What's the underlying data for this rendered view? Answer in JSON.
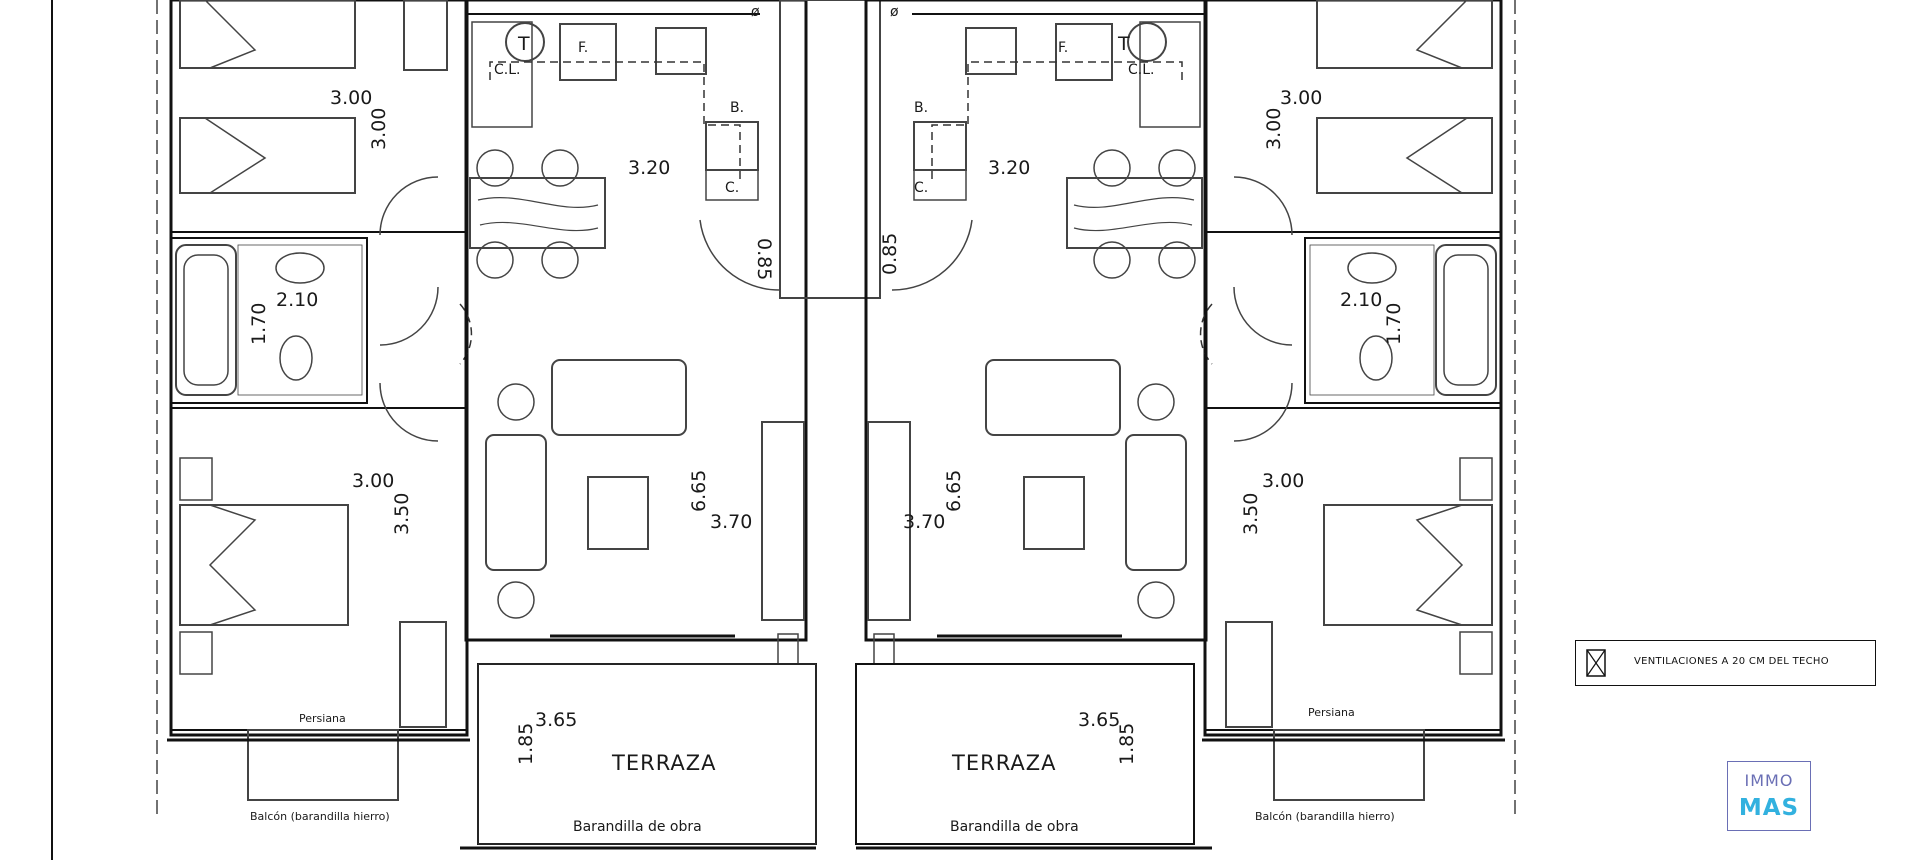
{
  "plan": {
    "left": {
      "bedroom_top_w": "3.00",
      "bedroom_top_h": "3.00",
      "bath_w": "2.10",
      "bath_h": "1.70",
      "bedroom_bottom_w": "3.00",
      "bedroom_bottom_h": "3.50",
      "kitchen": "3.20",
      "living_h": "6.65",
      "living_w": "3.70",
      "passage": "0.85",
      "terrace_w": "3.65",
      "terrace_h": "1.85",
      "terrace_label": "TERRAZA",
      "railing_label": "Barandilla de obra",
      "balcony_label": "Balcón (barandilla hierro)",
      "blind_label": "Persiana",
      "fridge": "F.",
      "boiler": "C.",
      "range": "B.",
      "laundry": "C.L.",
      "tank": "T"
    },
    "right": {
      "bedroom_top_w": "3.00",
      "bedroom_top_h": "3.00",
      "bath_w": "2.10",
      "bath_h": "1.70",
      "bedroom_bottom_w": "3.00",
      "bedroom_bottom_h": "3.50",
      "kitchen": "3.20",
      "living_h": "6.65",
      "living_w": "3.70",
      "passage": "0.85",
      "terrace_w": "3.65",
      "terrace_h": "1.85",
      "terrace_label": "TERRAZA",
      "railing_label": "Barandilla de obra",
      "balcony_label": "Balcón (barandilla hierro)",
      "blind_label": "Persiana",
      "fridge": "F.",
      "boiler": "C.",
      "range": "B.",
      "laundry": "C.L.",
      "tank": "T"
    },
    "diameter_symbol": "ø"
  },
  "legend": {
    "text": "VENTILACIONES A 20 CM DEL TECHO",
    "icon": "ventilation-icon"
  },
  "logo": {
    "top": "IMMO",
    "bottom": "MAS",
    "top_color": "#6a6fb5",
    "bottom_color": "#32b1df"
  }
}
